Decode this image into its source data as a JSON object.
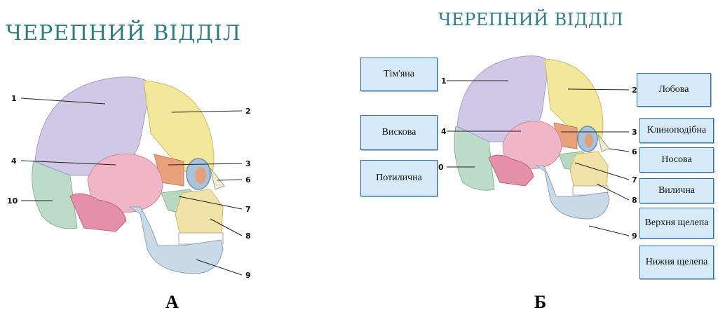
{
  "panel_a": {
    "title": "ЧЕРЕПНИЙ ВІДДІЛ",
    "caption": "А",
    "numbers": [
      "1",
      "2",
      "3",
      "4",
      "6",
      "7",
      "8",
      "9",
      "10"
    ]
  },
  "panel_b": {
    "title": "ЧЕРЕПНИЙ ВІДДІЛ",
    "caption": "Б",
    "numbers": [
      "1",
      "2",
      "3",
      "4",
      "6",
      "7",
      "8",
      "9",
      "0"
    ],
    "labels": {
      "parietal": "Тім'яна",
      "temporal": "Вискова",
      "occipital": "Потилична",
      "frontal": "Лобова",
      "sphenoid": "Клиноподібна",
      "nasal": "Носова",
      "zygomatic": "Вилична",
      "maxilla": "Верхня щелепа",
      "mandible": "Нижня щелепа"
    }
  },
  "colors": {
    "parietal": "#cfc8e6",
    "frontal": "#f2e79a",
    "temporal": "#f0b6c8",
    "sphenoid": "#e9a17a",
    "occipital": "#bcdcc9",
    "zygomatic": "#b8d8c0",
    "maxilla": "#f1e3a8",
    "mandible": "#c9d9e6",
    "title": "#2e7d86",
    "label_fill": "#d6ebf7",
    "label_border": "#2e6fa8"
  }
}
